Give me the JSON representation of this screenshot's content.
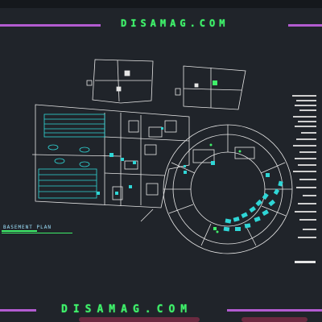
{
  "watermark": {
    "top": "DISAMAG.COM",
    "bottom": "DISAMAG.COM"
  },
  "drawing": {
    "plan_title": "BASEMENT PLAN"
  },
  "colors": {
    "background": "#20242a",
    "wall_lines": "#e6e6e6",
    "accent_cyan": "#2fd6d6",
    "accent_green": "#3ff06a",
    "accent_magenta": "#b25bd0"
  }
}
